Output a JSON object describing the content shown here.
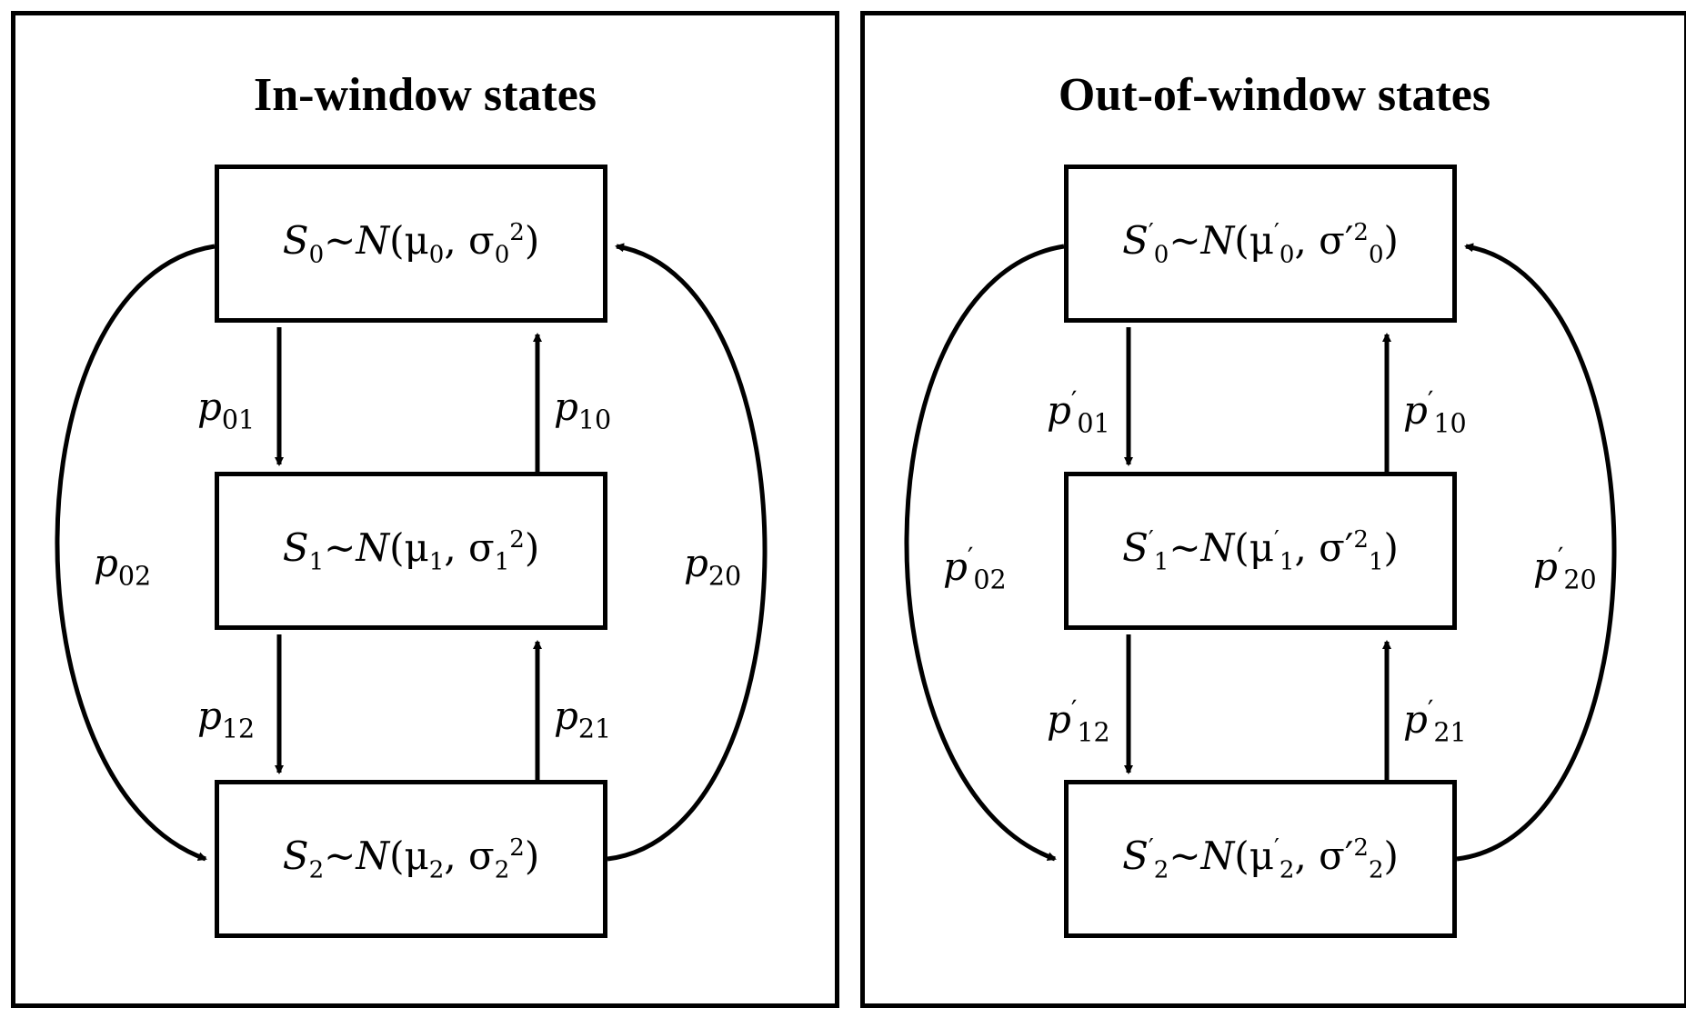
{
  "panels": [
    {
      "title": "In-window states",
      "states": [
        {
          "name": "S",
          "index": "0",
          "prime": "",
          "mu_prime": "",
          "sigma_prime": ""
        },
        {
          "name": "S",
          "index": "1",
          "prime": "",
          "mu_prime": "",
          "sigma_prime": ""
        },
        {
          "name": "S",
          "index": "2",
          "prime": "",
          "mu_prime": "",
          "sigma_prime": ""
        }
      ],
      "edges": {
        "p01": "01",
        "p10": "10",
        "p12": "12",
        "p21": "21",
        "p02": "02",
        "p20": "20"
      },
      "edge_prime": ""
    },
    {
      "title": "Out-of-window states",
      "states": [
        {
          "name": "S",
          "index": "0",
          "prime": "′",
          "mu_prime": "′",
          "sigma_prime": "′"
        },
        {
          "name": "S",
          "index": "1",
          "prime": "′",
          "mu_prime": "′",
          "sigma_prime": "′"
        },
        {
          "name": "S",
          "index": "2",
          "prime": "′",
          "mu_prime": "′",
          "sigma_prime": "′"
        }
      ],
      "edges": {
        "p01": "01",
        "p10": "10",
        "p12": "12",
        "p21": "21",
        "p02": "02",
        "p20": "20"
      },
      "edge_prime": "′"
    }
  ],
  "symbols": {
    "tilde": "~",
    "normal": "N",
    "mu": "μ",
    "sigma": "σ",
    "p": "p",
    "square": "2"
  }
}
